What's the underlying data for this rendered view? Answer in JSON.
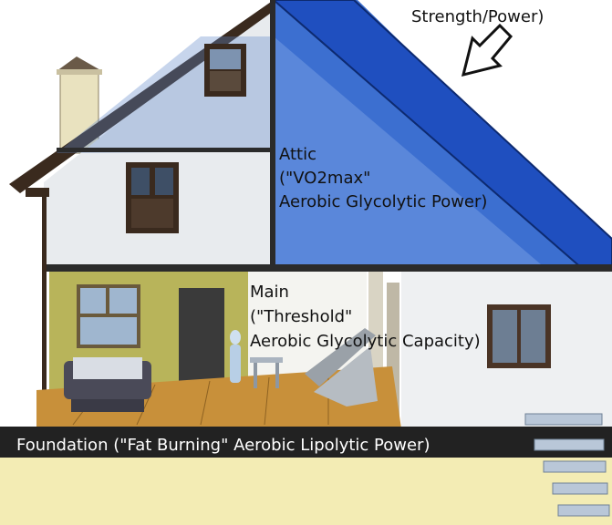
{
  "labels": {
    "roof": "Strength/Power)",
    "attic": [
      "Attic",
      "(\"VO2max\"",
      "Aerobic Glycolytic Power)"
    ],
    "main": [
      "Main",
      "(\"Threshold\"",
      "Aerobic Glycolytic Capacity)"
    ],
    "foundation": "Foundation (\"Fat Burning\" Aerobic Lipolytic Power)"
  },
  "colors": {
    "sky": "#ffffff",
    "roof_blue": "#1f4fbf",
    "attic_blue": "#3c6fd0",
    "wall": "#eef0f2",
    "wall_green": "#b8b45a",
    "floor": "#c8903a",
    "band": "#222222",
    "ground": "#f3ecb4",
    "trim": "#3a2a1e"
  }
}
